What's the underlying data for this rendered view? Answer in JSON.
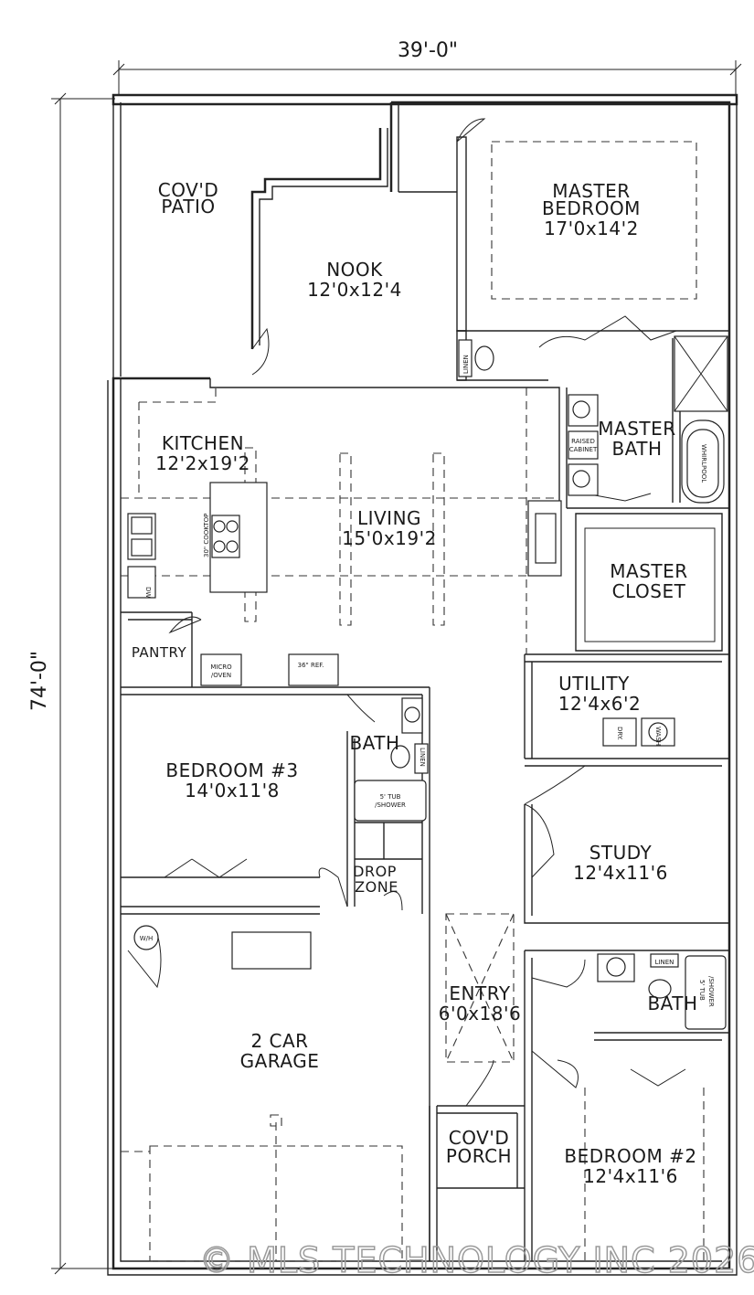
{
  "dimensions": {
    "width": "39'-0\"",
    "depth": "74'-0\""
  },
  "rooms": {
    "patio": {
      "l1": "COV'D",
      "l2": "PATIO"
    },
    "master_bedroom": {
      "l1": "MASTER",
      "l2": "BEDROOM",
      "size": "17'0x14'2"
    },
    "nook": {
      "l1": "NOOK",
      "size": "12'0x12'4"
    },
    "kitchen": {
      "l1": "KITCHEN",
      "size": "12'2x19'2"
    },
    "living": {
      "l1": "LIVING",
      "size": "15'0x19'2"
    },
    "master_bath": {
      "l1": "MASTER",
      "l2": "BATH"
    },
    "master_closet": {
      "l1": "MASTER",
      "l2": "CLOSET"
    },
    "pantry": {
      "l1": "PANTRY"
    },
    "utility": {
      "l1": "UTILITY",
      "size": "12'4x6'2"
    },
    "bedroom3": {
      "l1": "BEDROOM #3",
      "size": "14'0x11'8"
    },
    "bath": {
      "l1": "BATH"
    },
    "study": {
      "l1": "STUDY",
      "size": "12'4x11'6"
    },
    "drop_zone": {
      "l1": "DROP",
      "l2": "ZONE"
    },
    "garage": {
      "l1": "2 CAR",
      "l2": "GARAGE"
    },
    "entry": {
      "l1": "ENTRY",
      "size": "6'0x18'6"
    },
    "bath2": {
      "l1": "BATH"
    },
    "porch": {
      "l1": "COV'D",
      "l2": "PORCH"
    },
    "bedroom2": {
      "l1": "BEDROOM #2",
      "size": "12'4x11'6"
    }
  },
  "fixtures": {
    "linen": "LINEN",
    "raised_cabinet_1": "RAISED",
    "raised_cabinet_2": "CABINET",
    "whirlpool": "WHIRLPOOL",
    "cooktop": "30\" COOKTOP",
    "dw": "DW",
    "micro_1": "MICRO",
    "micro_2": "/OVEN",
    "ref": "36\" REF.",
    "dry": "DRY.",
    "wash": "WASH",
    "tub1_1": "5' TUB",
    "tub1_2": "/SHOWER",
    "tub2_1": "5' TUB",
    "tub2_2": "/SHOWER",
    "wh": "W/H"
  },
  "watermark": "© MLS TECHNOLOGY INC 2026"
}
